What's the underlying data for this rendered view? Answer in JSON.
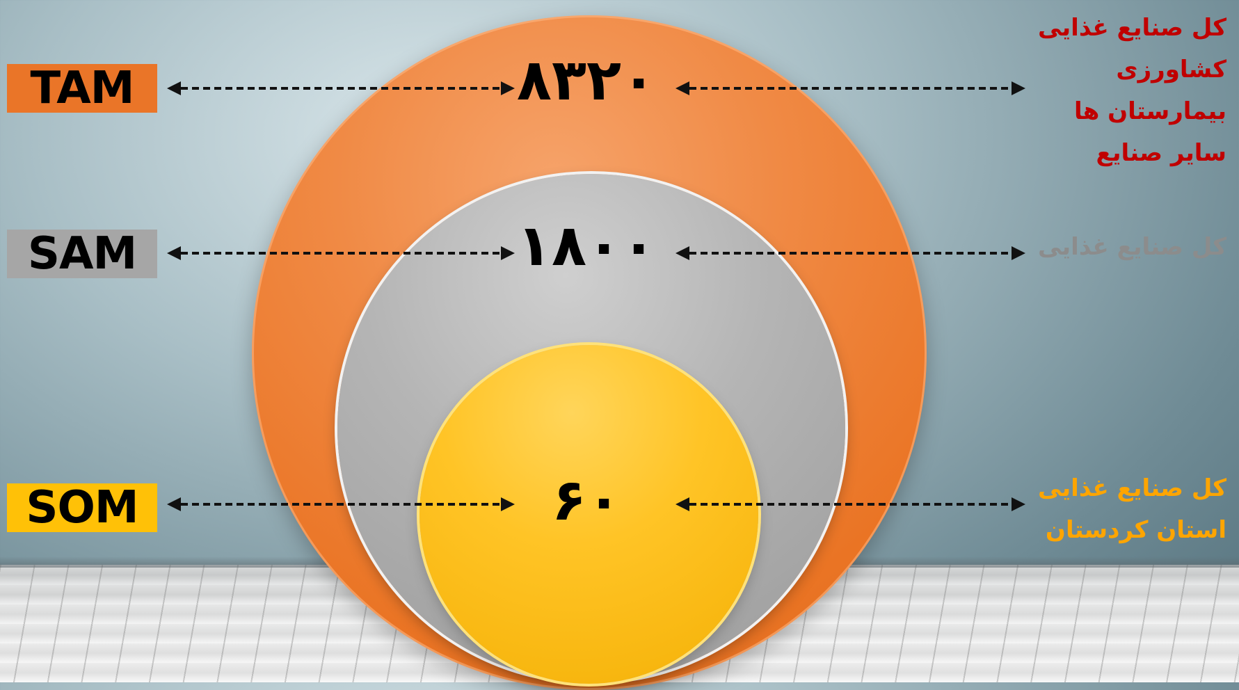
{
  "levels": [
    {
      "label": "TAM",
      "value": "۸۳۲۰",
      "description": [
        "کل صنایع غذایی",
        "کشاورزی",
        "بیمارستان ها",
        "سایر صنایع"
      ],
      "color": "#ea7528",
      "text_color": "#c00000"
    },
    {
      "label": "SAM",
      "value": "۱۸۰۰",
      "description": [
        "کل صنایع غذایی"
      ],
      "color": "#a6a6a6",
      "text_color": "#8c8c8c"
    },
    {
      "label": "SOM",
      "value": "۶۰",
      "description": [
        "کل صنایع غذایی",
        "استان کردستان"
      ],
      "color": "#ffc107",
      "text_color": "#ffa500"
    }
  ]
}
